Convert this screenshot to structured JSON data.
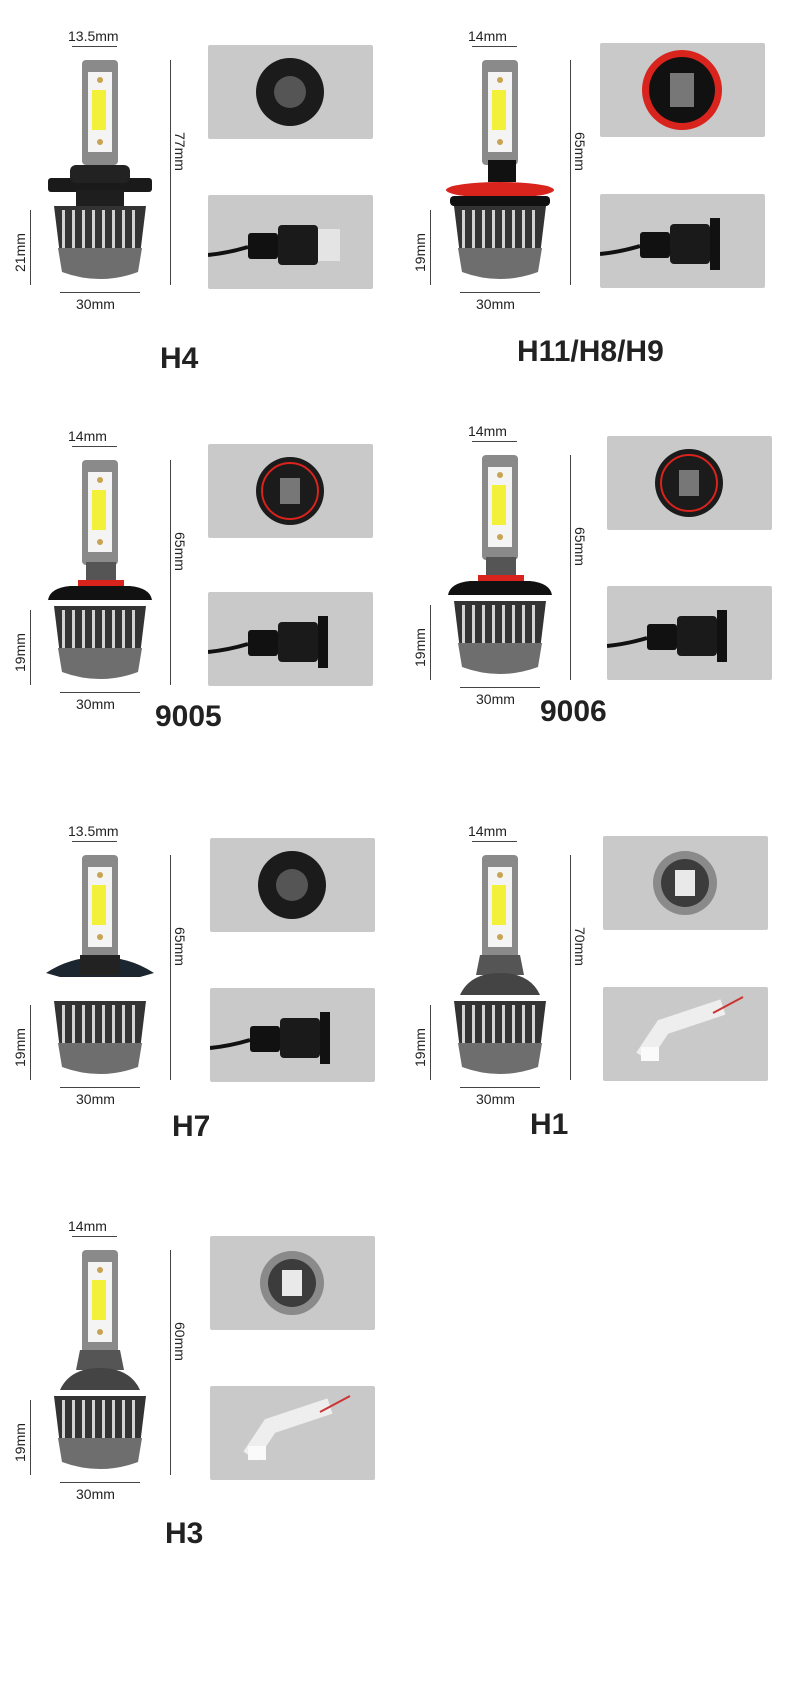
{
  "products": [
    {
      "model": "H4",
      "width": "13.5mm",
      "height": "77mm",
      "base_height": "21mm",
      "base_width": "30mm",
      "collar": "h4",
      "ring_color": "#111111",
      "connector": "h4-plug"
    },
    {
      "model": "H11/H8/H9",
      "width": "14mm",
      "height": "65mm",
      "base_height": "19mm",
      "base_width": "30mm",
      "collar": "red-ring",
      "ring_color": "#d9231d",
      "connector": "h11-plug"
    },
    {
      "model": "9005",
      "width": "14mm",
      "height": "65mm",
      "base_height": "19mm",
      "base_width": "30mm",
      "collar": "9005",
      "ring_color": "#d9231d",
      "connector": "900x-plug"
    },
    {
      "model": "9006",
      "width": "14mm",
      "height": "65mm",
      "base_height": "19mm",
      "base_width": "30mm",
      "collar": "9006",
      "ring_color": "#d9231d",
      "connector": "900x-plug"
    },
    {
      "model": "H7",
      "width": "13.5mm",
      "height": "65mm",
      "base_height": "19mm",
      "base_width": "30mm",
      "collar": "h7",
      "ring_color": "#111111",
      "connector": "h7-plug"
    },
    {
      "model": "H1",
      "width": "14mm",
      "height": "70mm",
      "base_height": "19mm",
      "base_width": "30mm",
      "collar": "h1",
      "ring_color": "#555555",
      "connector": "h1-wire"
    },
    {
      "model": "H3",
      "width": "14mm",
      "height": "60mm",
      "base_height": "19mm",
      "base_width": "30mm",
      "collar": "h1",
      "ring_color": "#555555",
      "connector": "h1-wire"
    }
  ],
  "colors": {
    "photo_bg": "#c9c9c9",
    "led_chip": "#f3f03a",
    "heatsink": "#6e6e6e",
    "accent_ring": "#d9231d"
  }
}
